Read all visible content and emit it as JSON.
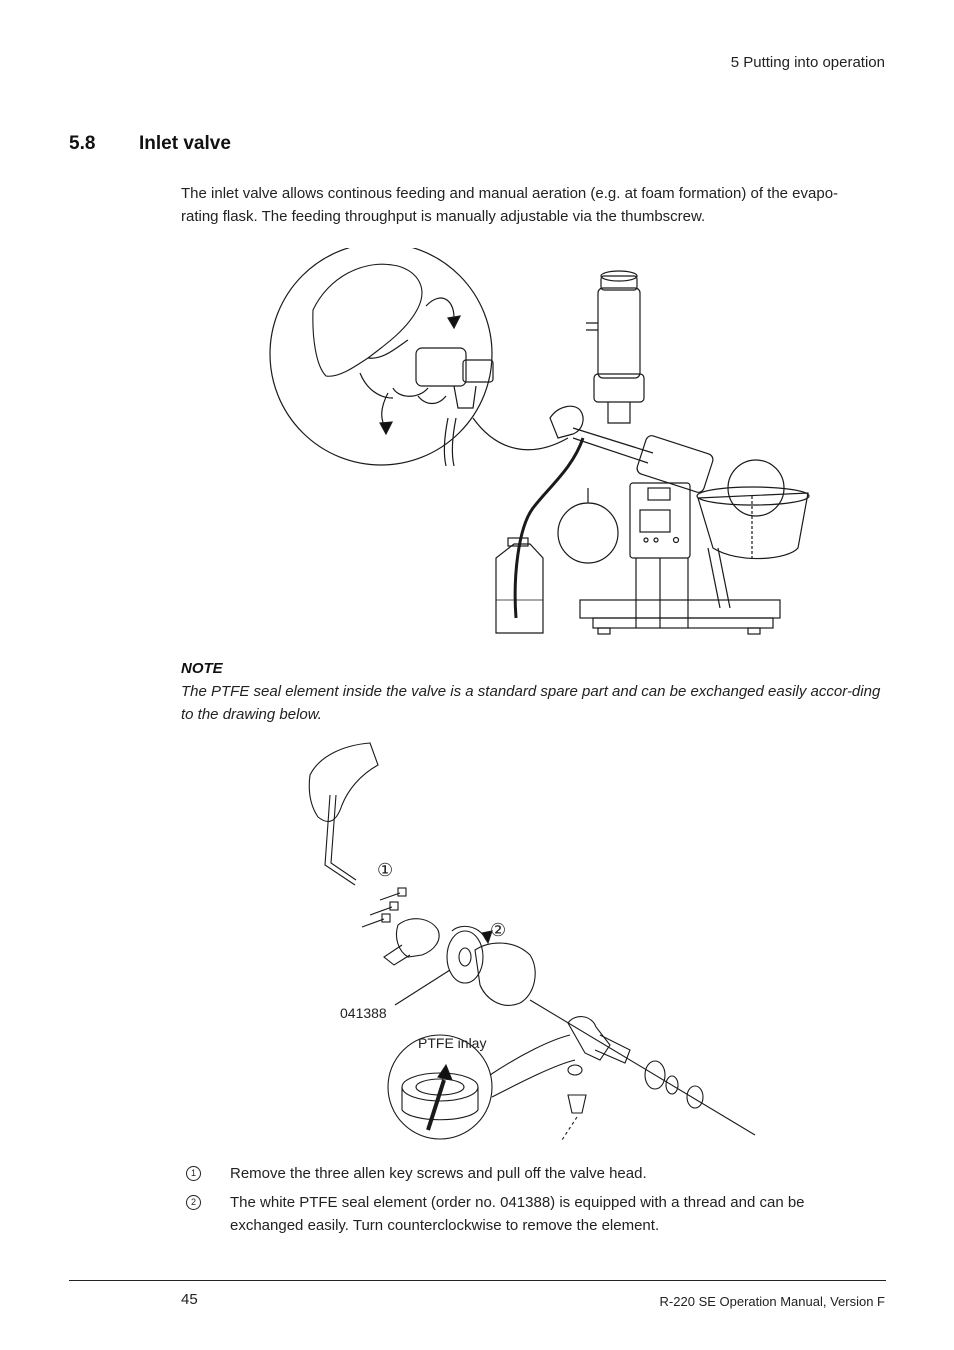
{
  "header": {
    "chapter": "5   Putting into operation"
  },
  "section": {
    "number": "5.8",
    "title": "Inlet valve"
  },
  "intro_text": "The inlet valve allows continous feeding and manual aeration (e.g. at foam formation) of the evapo-rating flask. The feeding throughput is manually adjustable via the thumbscrew.",
  "note": {
    "title": "NOTE",
    "text": "The PTFE seal element inside the valve is a standard spare part and can be exchanged easily accor-ding to the drawing below."
  },
  "figure2": {
    "callout_1": "①",
    "callout_2": "②",
    "part_number": "041388",
    "inlay_label": "PTFE inlay"
  },
  "steps": [
    {
      "marker": "1",
      "text": "Remove the three allen key screws and pull off the valve head."
    },
    {
      "marker": "2",
      "text": "The white PTFE seal element (order no. 041388) is equipped with a thread and can be exchanged easily. Turn counterclockwise to remove the element."
    }
  ],
  "footer": {
    "page_number": "45",
    "manual_title": "R-220 SE Operation Manual, Version F"
  }
}
